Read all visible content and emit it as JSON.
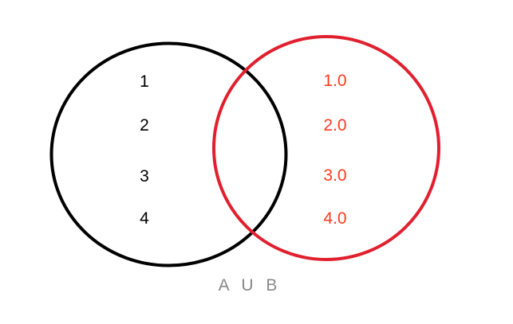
{
  "set_a": {
    "color": "#000000",
    "items": [
      "1",
      "2",
      "3",
      "4"
    ]
  },
  "set_b": {
    "color": "#e0202e",
    "text_color": "#ff3b1f",
    "items": [
      "1.0",
      "2.0",
      "3.0",
      "4.0"
    ]
  },
  "caption": "A U B"
}
